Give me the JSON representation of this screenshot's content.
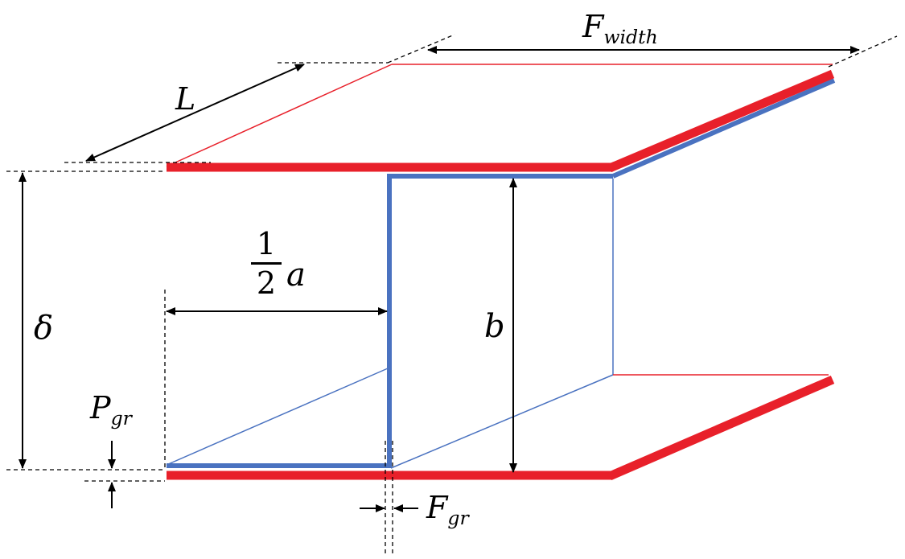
{
  "colors": {
    "red": "#e8202a",
    "blue": "#4a72c0",
    "black": "#000000"
  },
  "labels": {
    "f_width_main": "F",
    "f_width_sub": "width",
    "L": "L",
    "half_num": "1",
    "half_den": "2",
    "half_var": "a",
    "delta": "δ",
    "b": "b",
    "p_gr_main": "P",
    "p_gr_sub": "gr",
    "f_gr_main": "F",
    "f_gr_sub": "gr"
  }
}
